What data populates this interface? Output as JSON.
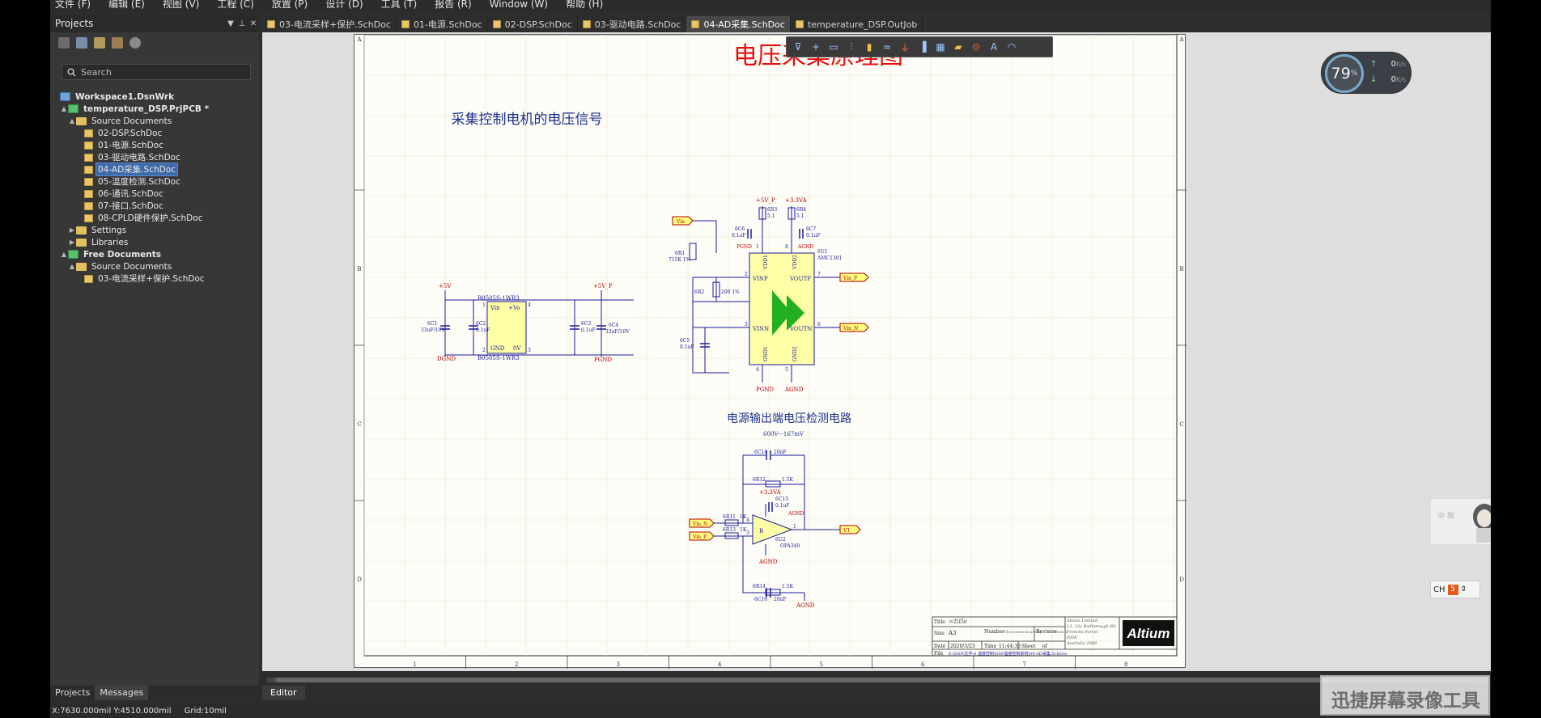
{
  "menu": [
    "文件 (F)",
    "编辑 (E)",
    "视图 (V)",
    "工程 (C)",
    "放置 (P)",
    "设计 (D)",
    "工具 (T)",
    "报告 (R)",
    "Window (W)",
    "帮助 (H)"
  ],
  "panel": {
    "title": "Projects",
    "controls": [
      "▼",
      "⊥",
      "✕"
    ],
    "search_placeholder": "Search",
    "tree": [
      {
        "label": "Workspace1.DsnWrk",
        "type": "workspace",
        "level": 0,
        "twisty": ""
      },
      {
        "label": "temperature_DSP.PrjPCB *",
        "type": "project",
        "level": 1,
        "twisty": "▲"
      },
      {
        "label": "Source Documents",
        "type": "folder",
        "level": 2,
        "twisty": "▲"
      },
      {
        "label": "02-DSP.SchDoc",
        "type": "doc",
        "level": 3,
        "twisty": ""
      },
      {
        "label": "01-电源.SchDoc",
        "type": "doc",
        "level": 3,
        "twisty": ""
      },
      {
        "label": "03-驱动电路.SchDoc",
        "type": "doc",
        "level": 3,
        "twisty": ""
      },
      {
        "label": "04-AD采集.SchDoc",
        "type": "doc",
        "level": 3,
        "twisty": "",
        "selected": true
      },
      {
        "label": "05-温度检测.SchDoc",
        "type": "doc",
        "level": 3,
        "twisty": ""
      },
      {
        "label": "06-通讯.SchDoc",
        "type": "doc",
        "level": 3,
        "twisty": ""
      },
      {
        "label": "07-接口.SchDoc",
        "type": "doc",
        "level": 3,
        "twisty": ""
      },
      {
        "label": "08-CPLD硬件保护.SchDoc",
        "type": "doc",
        "level": 3,
        "twisty": ""
      },
      {
        "label": "Settings",
        "type": "folder",
        "level": 2,
        "twisty": "▶"
      },
      {
        "label": "Libraries",
        "type": "folder",
        "level": 2,
        "twisty": "▶"
      },
      {
        "label": "Free Documents",
        "type": "project",
        "level": 1,
        "twisty": "▲"
      },
      {
        "label": "Source Documents",
        "type": "folder",
        "level": 2,
        "twisty": "▲"
      },
      {
        "label": "03-电流采样+保护.SchDoc",
        "type": "doc",
        "level": 3,
        "twisty": ""
      }
    ]
  },
  "tabs": [
    {
      "label": "03-电流采样+保护.SchDoc",
      "active": false
    },
    {
      "label": "01-电源.SchDoc",
      "active": false
    },
    {
      "label": "02-DSP.SchDoc",
      "active": false
    },
    {
      "label": "03-驱动电路.SchDoc",
      "active": false
    },
    {
      "label": "04-AD采集.SchDoc",
      "active": true
    },
    {
      "label": "temperature_DSP.OutJob",
      "active": false
    }
  ],
  "float_toolbar": [
    "filter-icon",
    "cross-icon",
    "select-rect-icon",
    "align-icon",
    "part-icon",
    "wire-icon",
    "power-gnd-icon",
    "bus-icon",
    "harness-icon",
    "port-icon",
    "directive-icon",
    "text-icon",
    "arc-icon"
  ],
  "schematic": {
    "title": "电压采集原理图",
    "note_top": "采集控制电机的电压信号",
    "note_bottom": "电源输出端电压检测电路",
    "note_bottom_sub": "600V---167mV",
    "border_cols": [
      "1",
      "2",
      "3",
      "4",
      "5",
      "6",
      "7",
      "8"
    ],
    "border_rows": [
      "A",
      "B",
      "C",
      "D"
    ],
    "nets": {
      "p5v": "+5V",
      "p5vp": "+5V_P",
      "p33va": "+3.3VA",
      "dgnd": "DGND",
      "pgnd": "PGND",
      "agnd": "AGND",
      "vin": "Vin",
      "vinp": "Vin_P",
      "vinn": "Vin_N",
      "v1": "V1"
    },
    "parts": {
      "u_dcdc": "B0505S-1WR3",
      "u_dcdc_bottom": "B0505S-1WR3",
      "u_dcdc_pins": [
        "Vin",
        "+Vo",
        "GND",
        "0V"
      ],
      "u_iso": "AMC1301",
      "u_iso_ref": "6U1",
      "u_iso_pins": [
        "VINP",
        "VINN",
        "VOUTP",
        "VOUTN",
        "VDD1",
        "VDD2",
        "GND1",
        "GND2"
      ],
      "u_opa": "OPA340",
      "u_opa_ref": "6U2",
      "u_opa_unit": "B",
      "c1": "6C1",
      "c1v": "33uF/10V",
      "c2": "6C2",
      "c2v": "0.1uF",
      "c3": "6C3",
      "c3v": "0.1uF",
      "c4": "6C4",
      "c4v": "33uF/10V",
      "c5": "6C5",
      "c5v": "0.1uF",
      "c6": "6C6",
      "c6v": "0.1uF",
      "c7": "6C7",
      "c7v": "0.1uF",
      "c14": "6C14",
      "c14v": "20nF",
      "c15": "6C15",
      "c15v": "0.1uF",
      "c16": "6C16",
      "c16v": "20nF",
      "r1": "6R1",
      "r1v": "715K 1%",
      "r2": "6R2",
      "r2v": "200 1%",
      "r3": "6R3",
      "r3v": "5.1",
      "r4": "6R4",
      "r4v": "5.1",
      "r11": "6R11",
      "r11v": "1K",
      "r12": "6R12",
      "r12v": "1.5K",
      "r13": "6R13",
      "r13v": "1K",
      "r14": "6R14",
      "r14v": "1.5K",
      "pin1": "1",
      "pin2": "2",
      "pin3": "3",
      "pin4": "4",
      "pin5": "5",
      "pin6": "6",
      "pin7": "7",
      "pin8": "8"
    },
    "title_block": {
      "title_label": "Title",
      "title_value": "=title",
      "size_label": "Size",
      "size_value": "A3",
      "number_label": "Number",
      "number_value": "=documentnumber",
      "revision_label": "Revision",
      "revision_value": "=revision",
      "date_label": "Date",
      "date_value": "2020/3/23",
      "time_label": "Time",
      "time_value": "11:44:33",
      "sheet_label": "Sheet",
      "sheet_value": "of",
      "file_label": "File",
      "file_value": "E:\\DSP\\文件\\4 温度控制\\DSP温度控制系统\\04-AD采集.SchDoc",
      "company": [
        "Altium Limited",
        "L3, 12a Rodborough Rd",
        "Frenchs Forest",
        "NSW",
        "Australia 2086"
      ],
      "logo": "Altium"
    }
  },
  "perf": {
    "percent": "79",
    "pct_sign": "%",
    "up": "0",
    "down": "0",
    "unit": "K/s"
  },
  "ime": {
    "label": "CH",
    "logo": "5"
  },
  "sticker_text": "中 简",
  "bottom_tabs": [
    "Projects",
    "Messages"
  ],
  "editor_tab": "Editor",
  "status": {
    "coords": "X:7630.000mil Y:4510.000mil",
    "grid": "Grid:10mil"
  },
  "watermark": "迅捷屏幕录像工具",
  "colors": {
    "wire": "#1c1c9a",
    "label": "#b30000",
    "part_fill": "#ffffa8",
    "part_border": "#1c1c9a",
    "title": "#e01010",
    "note": "#1c2f8c",
    "port_fill": "#ffff80",
    "selected": "#3e6aa8"
  }
}
